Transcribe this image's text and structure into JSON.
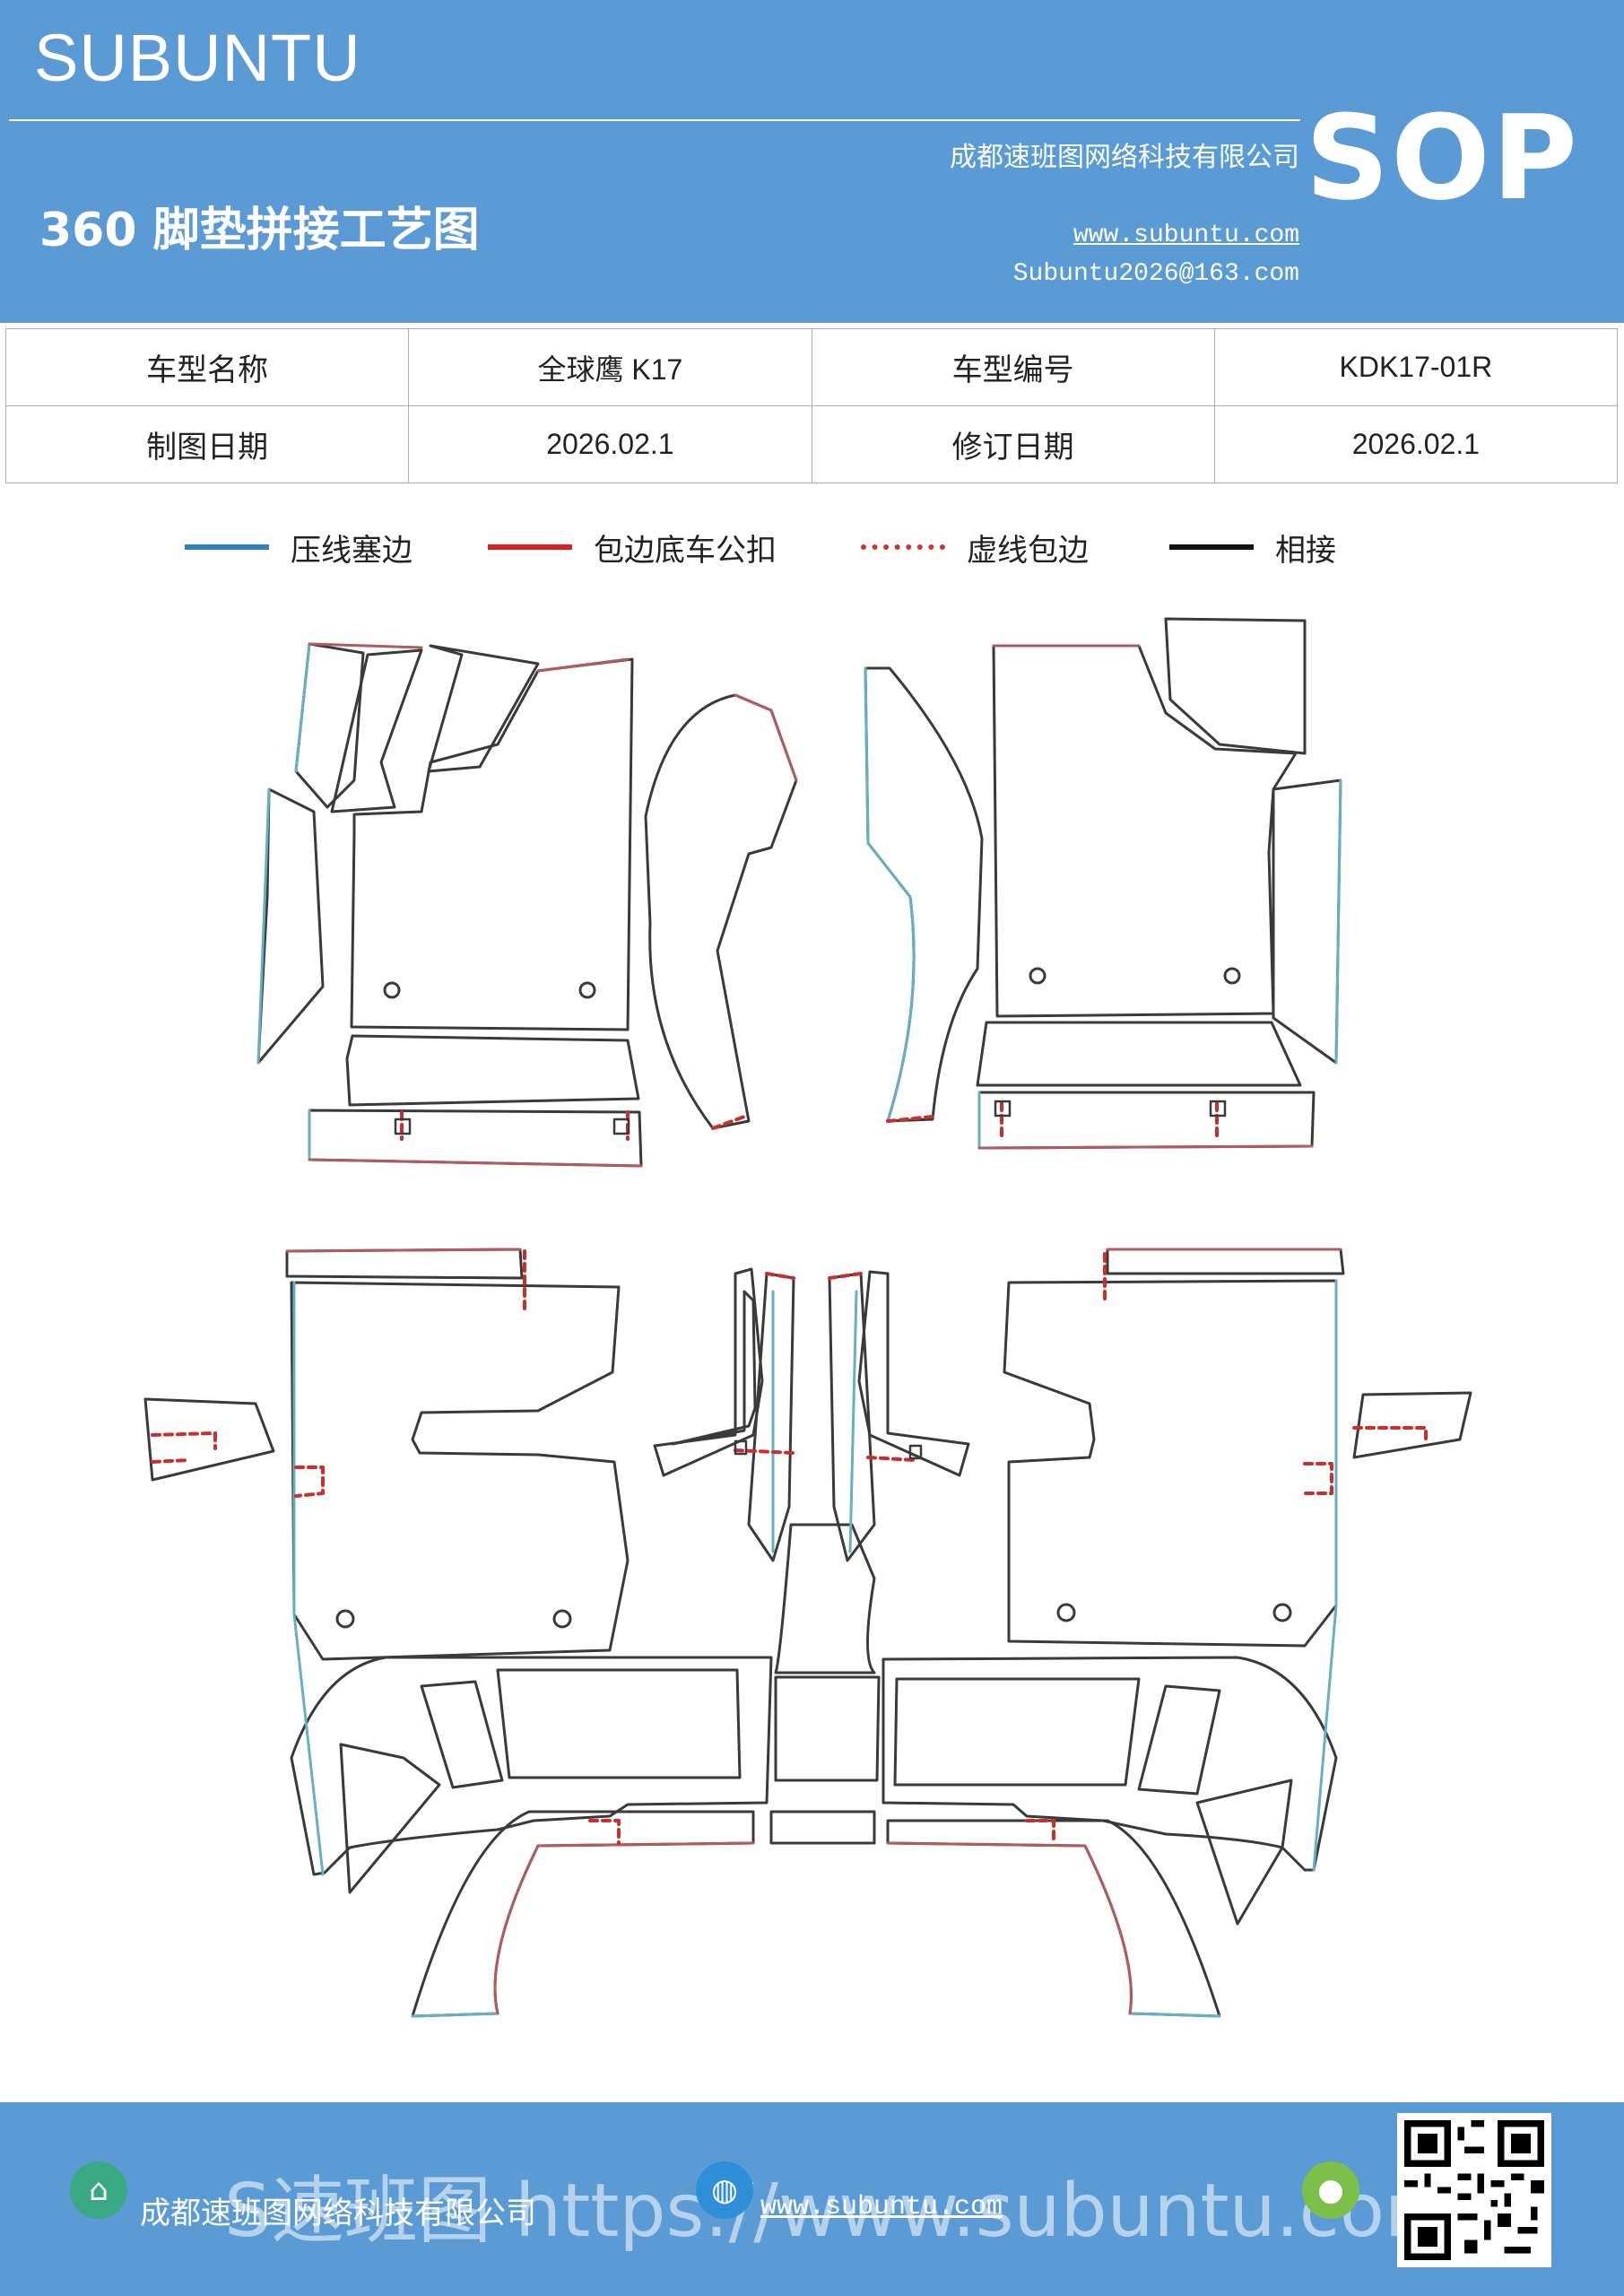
{
  "header": {
    "brand": "SUBUNTU",
    "company": "成都速班图网络科技有限公司",
    "title": "360 脚垫拼接工艺图",
    "website": "www.subuntu.com",
    "email": "Subuntu2026@163.com",
    "badge": "SOP"
  },
  "info_table": {
    "model_name_label": "车型名称",
    "model_name_value": "全球鹰 K17",
    "model_code_label": "车型编号",
    "model_code_value": "KDK17-01R",
    "drawing_date_label": "制图日期",
    "drawing_date_value": "2026.02.1",
    "revision_date_label": "修订日期",
    "revision_date_value": "2026.02.1"
  },
  "legend": [
    {
      "label": "压线塞边",
      "color": "#2f7fc1",
      "style": "solid"
    },
    {
      "label": "包边底车公扣",
      "color": "#e02020",
      "style": "solid"
    },
    {
      "label": "虚线包边",
      "color": "#d0342c",
      "style": "dashed"
    },
    {
      "label": "相接",
      "color": "#111111",
      "style": "solid"
    }
  ],
  "colors": {
    "header_bg": "#5b9bd5",
    "edge_blue": "#6aaec4",
    "edge_red": "#b35a5a",
    "outline": "#3a3a3a"
  },
  "footer": {
    "company": "成都速班图网络科技有限公司",
    "website": "www.subuntu.com",
    "watermark": "S速班图 https://www.subuntu.com",
    "icons": [
      "building-icon",
      "globe-icon",
      "wechat-icon"
    ]
  }
}
